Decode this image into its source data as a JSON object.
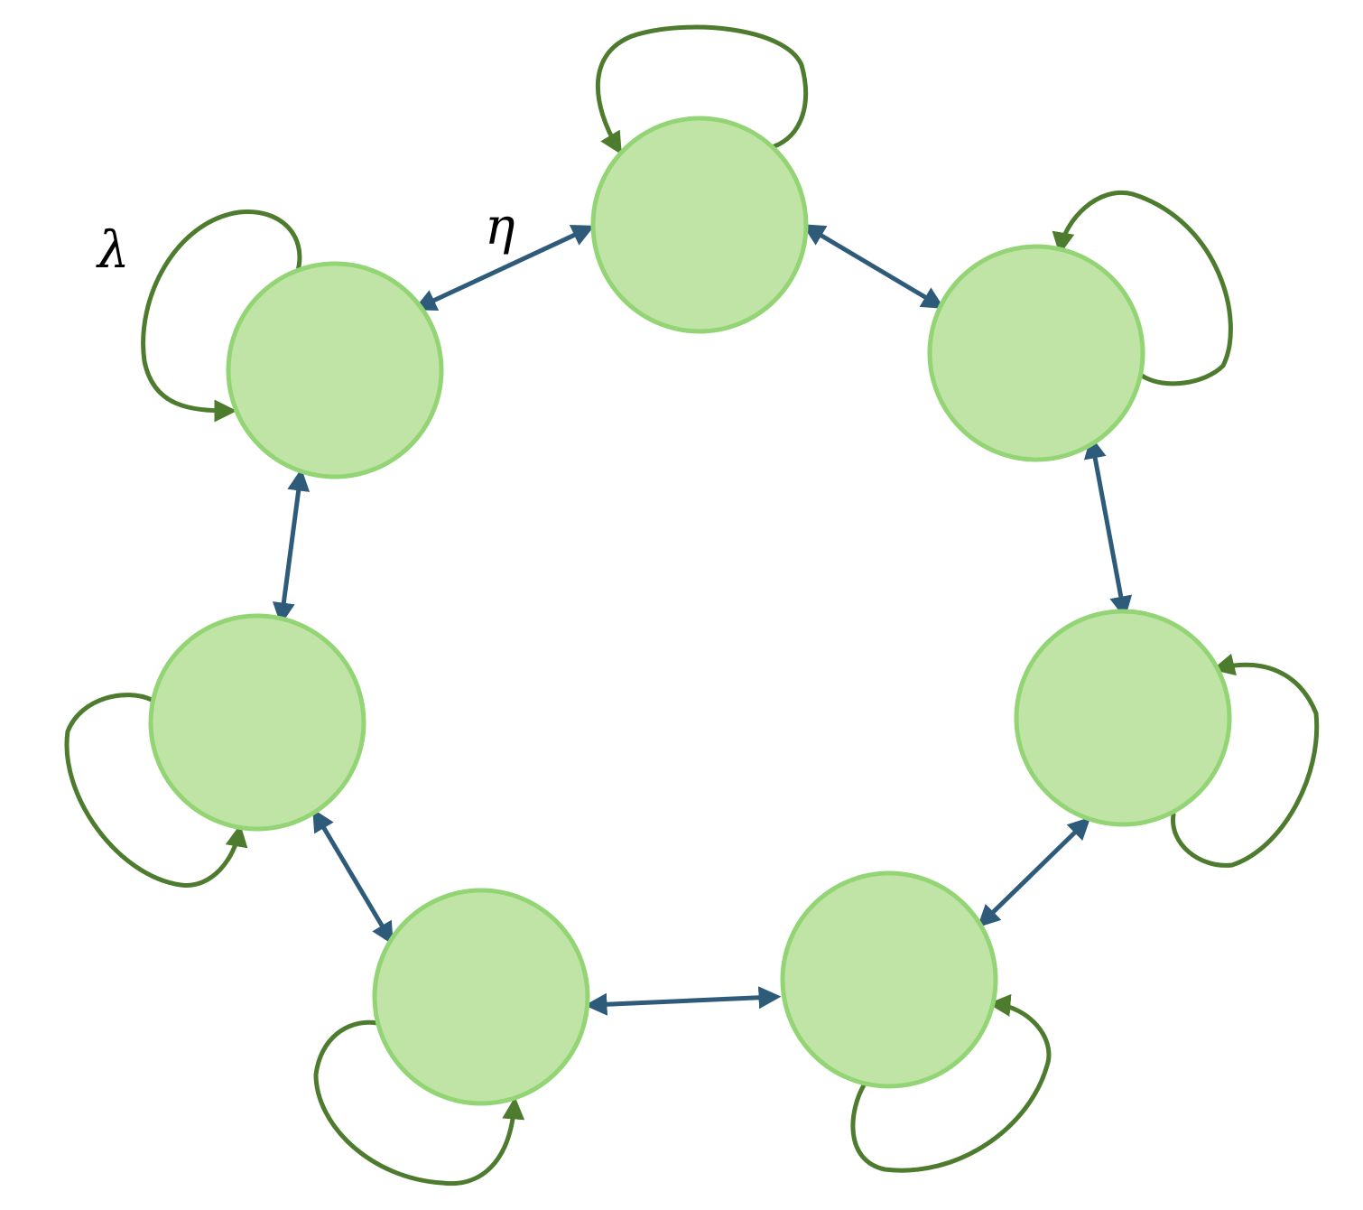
{
  "diagram": {
    "type": "ring-graph",
    "node_count": 7,
    "self_loop_label": "λ",
    "coupling_label": "η",
    "colors": {
      "node_fill": "#bfe4a5",
      "node_stroke": "#93d474",
      "edge": "#2f5b7a",
      "self_loop": "#4e7c2e"
    }
  }
}
